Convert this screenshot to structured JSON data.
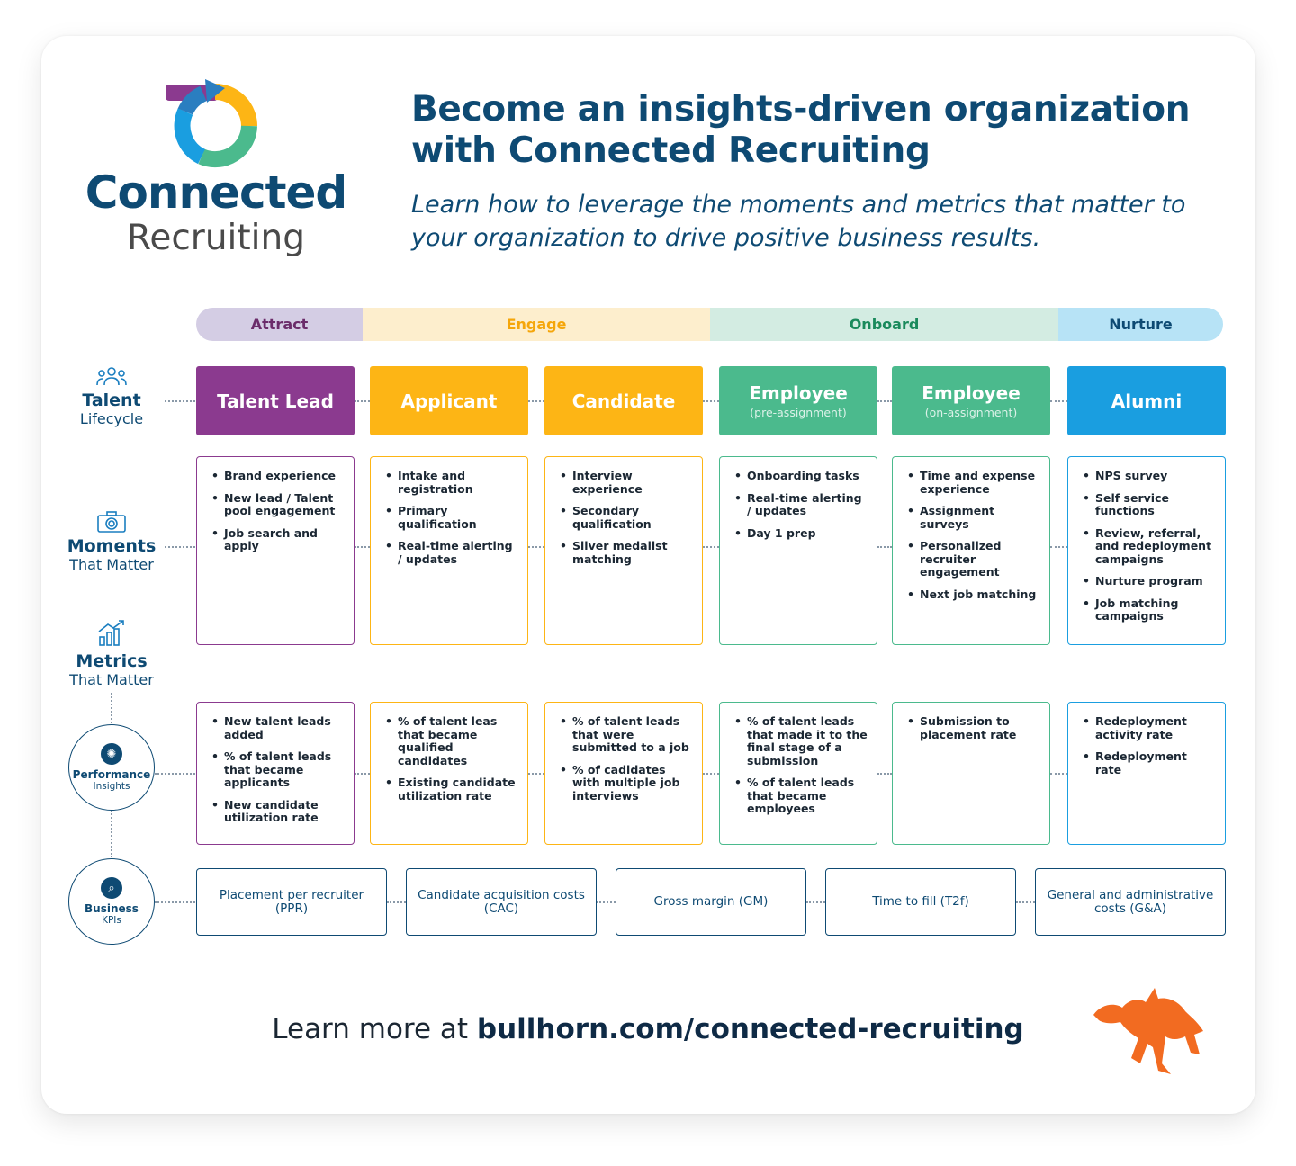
{
  "logo": {
    "word": "Connected",
    "sub": "Recruiting"
  },
  "headline": "Become an insights-driven organization with Connected Recruiting",
  "subhead": "Learn how to leverage the moments and metrics that matter to your organization to drive positive business results.",
  "phases": [
    {
      "label": "Attract",
      "bg": "#d4cde4",
      "color": "#6b2c6a"
    },
    {
      "label": "Engage",
      "bg": "#fdeecd",
      "color": "#f5a60a"
    },
    {
      "label": "Onboard",
      "bg": "#d3ece2",
      "color": "#1a8a5c"
    },
    {
      "label": "Nurture",
      "bg": "#b7e3f6",
      "color": "#0e4a73"
    }
  ],
  "rows": {
    "talent": {
      "title": "Talent",
      "sub": "Lifecycle",
      "icon": "people-icon"
    },
    "moments": {
      "title": "Moments",
      "sub": "That Matter",
      "icon": "camera-icon"
    },
    "metrics": {
      "title": "Metrics",
      "sub": "That Matter",
      "icon": "growth-chart-icon"
    },
    "performance": {
      "title": "Performance",
      "sub": "Insights",
      "icon": "gear-icon"
    },
    "business": {
      "title": "Business",
      "sub": "KPIs",
      "icon": "search-person-icon"
    }
  },
  "stages": [
    {
      "title": "Talent Lead",
      "sub": "",
      "color": "#8b3a8f",
      "moments": [
        "Brand experience",
        "New lead / Talent pool engagement",
        "Job search and apply"
      ],
      "metrics": [
        "New talent leads added",
        "% of talent leads that became applicants",
        "New candidate utilization rate"
      ]
    },
    {
      "title": "Applicant",
      "sub": "",
      "color": "#fdb515",
      "moments": [
        "Intake and registration",
        "Primary qualification",
        "Real-time alerting / updates"
      ],
      "metrics": [
        "% of talent leas that became qualified candidates",
        "Existing candidate utilization rate"
      ]
    },
    {
      "title": "Candidate",
      "sub": "",
      "color": "#fdb515",
      "moments": [
        "Interview experience",
        "Secondary qualification",
        "Silver medalist matching"
      ],
      "metrics": [
        "% of talent leads that were submitted to a job",
        "% of cadidates with multiple job interviews"
      ]
    },
    {
      "title": "Employee",
      "sub": "(pre-assignment)",
      "color": "#4bba8d",
      "moments": [
        "Onboarding tasks",
        "Real-time alerting / updates",
        "Day 1 prep"
      ],
      "metrics": [
        "% of talent leads that made it to the final stage of a submission",
        "% of talent leads that became employees"
      ]
    },
    {
      "title": "Employee",
      "sub": "(on-assignment)",
      "color": "#4bba8d",
      "moments": [
        "Time and expense experience",
        "Assignment surveys",
        "Personalized recruiter engagement",
        "Next job matching"
      ],
      "metrics": [
        "Submission to placement rate"
      ]
    },
    {
      "title": "Alumni",
      "sub": "",
      "color": "#1a9ee0",
      "moments": [
        "NPS survey",
        "Self service functions",
        "Review, referral, and redeployment campaigns",
        "Nurture program",
        "Job matching campaigns"
      ],
      "metrics": [
        "Redeployment activity rate",
        "Redeployment rate"
      ]
    }
  ],
  "kpis": [
    "Placement per recruiter (PPR)",
    "Candidate acquisition costs (CAC)",
    "Gross margin (GM)",
    "Time to fill (T2f)",
    "General and administrative costs (G&A)"
  ],
  "footer": {
    "prefix": "Learn more at ",
    "url": "bullhorn.com/connected-recruiting"
  },
  "brand_colors": {
    "navy": "#0e4a73",
    "bull": "#f26b21"
  }
}
